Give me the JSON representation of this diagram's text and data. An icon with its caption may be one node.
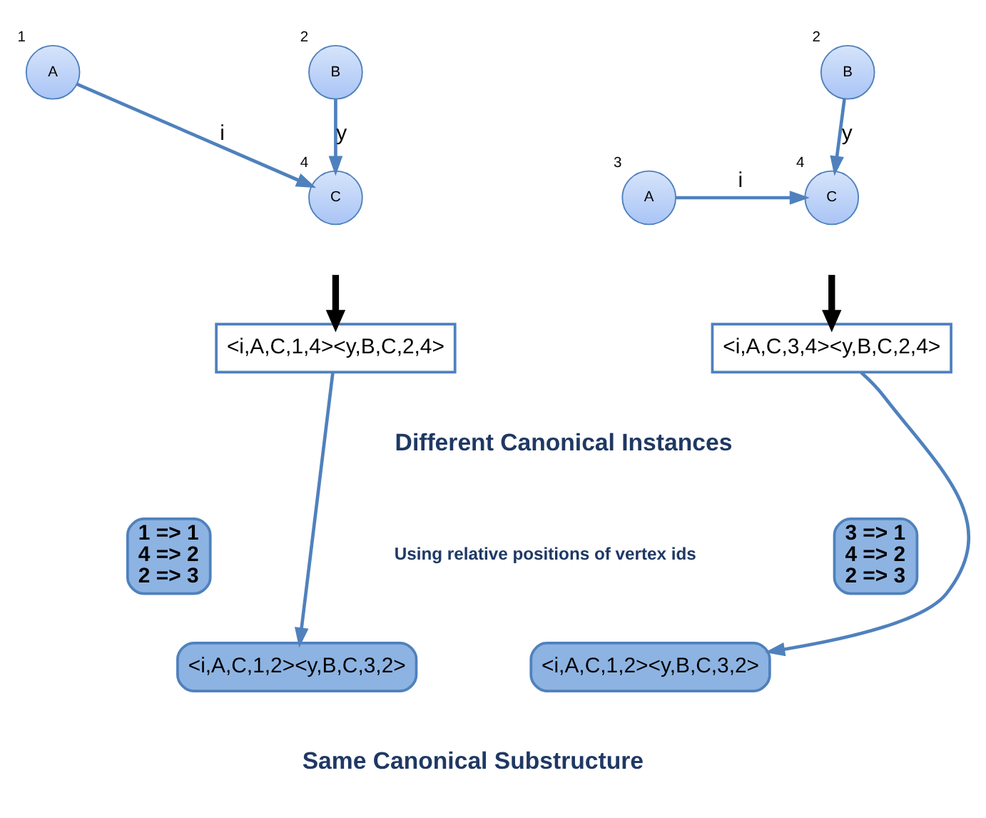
{
  "diagram": {
    "nodes": [
      {
        "text": [
          "A"
        ],
        "beside": [
          "1"
        ]
      },
      {
        "text": [
          "B"
        ],
        "beside": [
          "2"
        ]
      },
      {
        "text": [
          "C"
        ],
        "beside": [
          "4"
        ]
      },
      {
        "text": [
          "B"
        ],
        "beside": [
          "2"
        ]
      },
      {
        "text": [
          "A"
        ],
        "beside": [
          "3"
        ]
      },
      {
        "text": [
          "C"
        ],
        "beside": [
          "4"
        ]
      },
      {
        "text": [
          "<i,A,C,1,4><y,B,C,2,4>"
        ]
      },
      {
        "text": [
          "<i,A,C,3,4><y,B,C,2,4>"
        ]
      },
      {
        "text": [
          "1 => 1",
          "4 => 2",
          "2 => 3"
        ]
      },
      {
        "text": [
          "3 => 1",
          "4 => 2",
          "2 => 3"
        ]
      },
      {
        "text": [
          "<i,A,C,1,2><y,B,C,3,2>"
        ]
      },
      {
        "text": [
          "<i,A,C,1,2><y,B,C,3,2>"
        ]
      }
    ],
    "edges": [
      {
        "from": 0,
        "to": 2,
        "arrow": "to",
        "label": "i"
      },
      {
        "from": 1,
        "to": 2,
        "arrow": "to",
        "label": "y"
      },
      {
        "from": 3,
        "to": 5,
        "arrow": "to",
        "label": "y"
      },
      {
        "from": 4,
        "to": 5,
        "arrow": "to",
        "label": "i"
      },
      {
        "from": null,
        "to": 6,
        "arrow": "to",
        "style": "thick",
        "color": "#000000"
      },
      {
        "from": null,
        "to": 7,
        "arrow": "to",
        "style": "thick",
        "color": "#000000"
      },
      {
        "from": 6,
        "to": 10,
        "arrow": "to"
      },
      {
        "from": 7,
        "to": 11,
        "arrow": "to"
      }
    ],
    "labels": [
      "Different Canonical Instances",
      "Using relative positions of vertex ids",
      "Same Canonical Substructure"
    ]
  }
}
